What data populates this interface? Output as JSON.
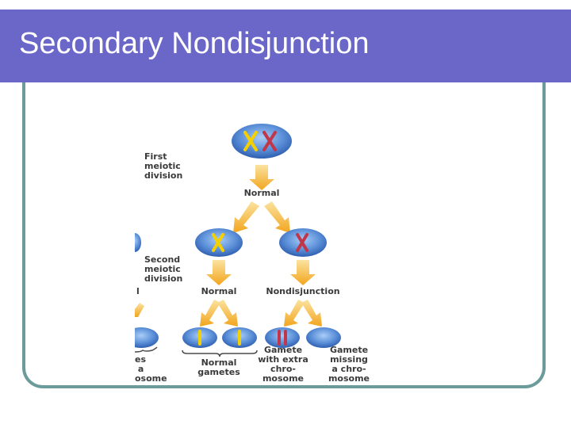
{
  "slide": {
    "title": "Secondary Nondisjunction"
  },
  "figure": {
    "first_meiotic_division": "First\nmeiotic\ndivision",
    "normal_top": "Normal",
    "second_meiotic_division": "Second\nmeiotic\ndivision",
    "normal_left": "Normal",
    "nondisjunction": "Nondisjunction",
    "normal_gametes": "Normal\ngametes",
    "gamete_extra": "Gamete\nwith extra\nchro-\nmosome",
    "gamete_missing": "Gamete\nmissing\na chro-\nmosome",
    "cut_left_label_1": "l",
    "cut_left_label_2": "es\n a\nosome",
    "colors": {
      "title_bar": "#6a67c8",
      "frame": "#6b9b9b",
      "cell": "#5b8fd8",
      "arrow": "#f2b033",
      "chromosome_yellow": "#f5d000",
      "chromosome_red": "#c0364a"
    }
  }
}
